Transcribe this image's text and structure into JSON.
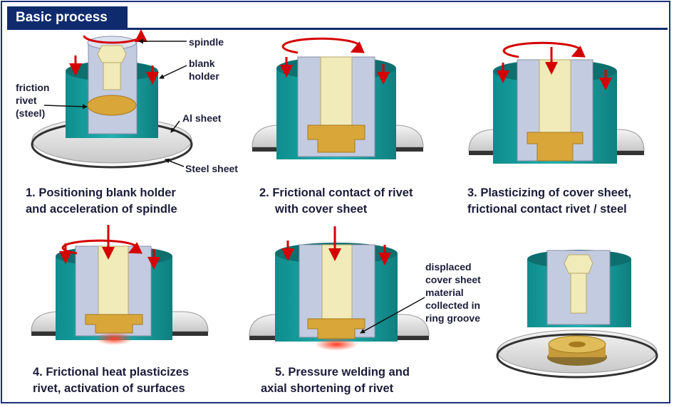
{
  "title": "Basic process",
  "labels": {
    "spindle": "spindle",
    "blank_holder": [
      "blank",
      "holder"
    ],
    "friction_rivet": [
      "friction",
      "rivet",
      "(steel)"
    ],
    "al_sheet": "Al sheet",
    "steel_sheet": "Steel sheet",
    "displaced": [
      "displaced",
      "cover sheet",
      "material",
      "collected in",
      "ring groove"
    ]
  },
  "steps": [
    {
      "lines": [
        "1. Positioning blank holder",
        "and acceleration of spindle"
      ]
    },
    {
      "lines": [
        "2. Frictional contact of rivet",
        "with cover sheet"
      ]
    },
    {
      "lines": [
        "3. Plasticizing of cover sheet,",
        "frictional contact rivet / steel"
      ]
    },
    {
      "lines": [
        "4. Frictional heat plasticizes",
        "rivet, activation of surfaces"
      ]
    },
    {
      "lines": [
        "5. Pressure welding and",
        "axial shortening of rivet"
      ]
    }
  ],
  "colors": {
    "title_bg": "#0f2b6e",
    "blank_holder": "#1aa3a3",
    "spindle": "#c3cbe0",
    "rivet": "#f0ebb8",
    "rivet_gold": "#d9a63a",
    "arrow": "#d40000",
    "heat": "#ff3b1f"
  }
}
